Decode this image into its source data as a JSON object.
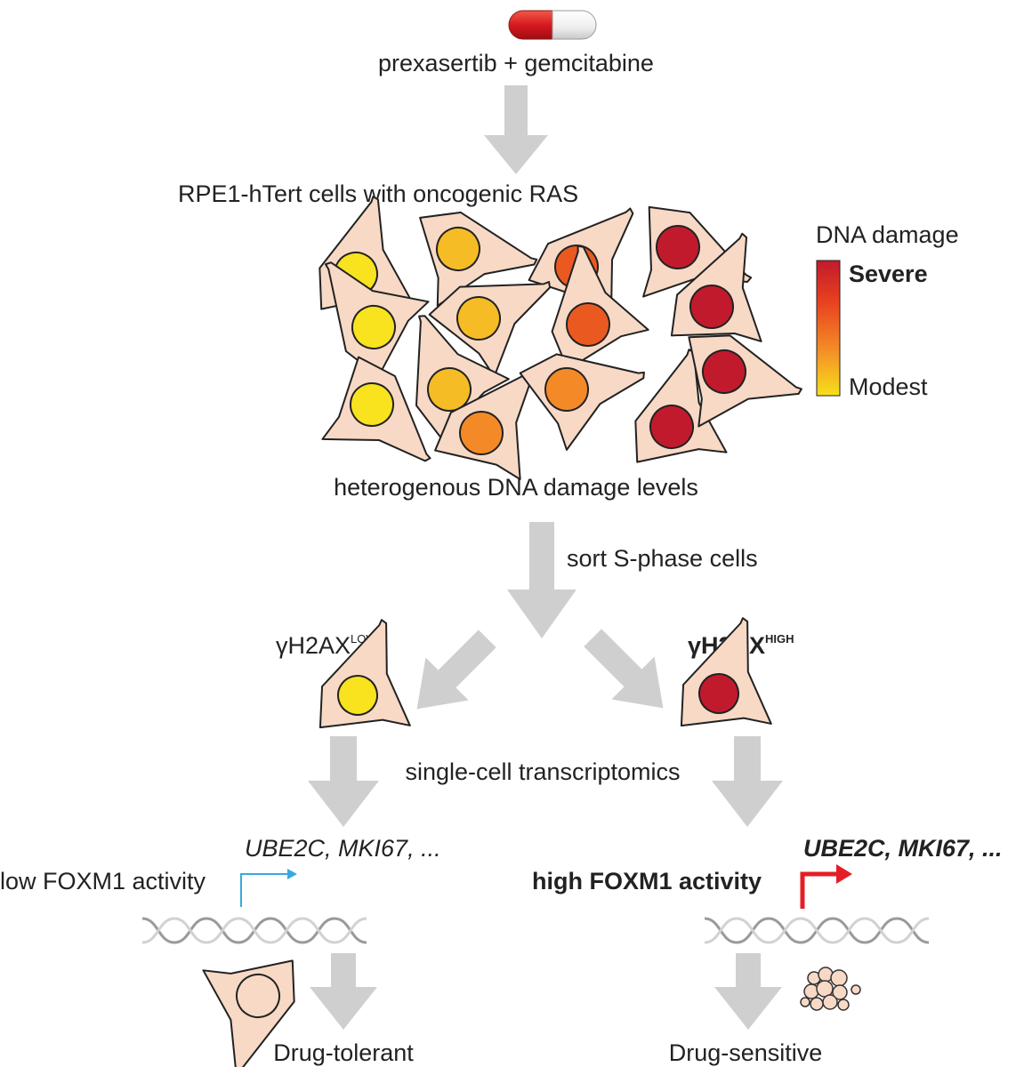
{
  "title_drug": "prexasertib + gemcitabine",
  "cell_line": "RPE1-hTert cells with oncogenic RAS",
  "heterogeneity_label": "heterogenous DNA damage levels",
  "sort_label": "sort S-phase cells",
  "legend": {
    "title": "DNA damage",
    "high": "Severe",
    "low": "Modest",
    "gradient_colors": [
      "#f7e01a",
      "#f48a27",
      "#e8401f",
      "#c21a2d"
    ]
  },
  "population_low": {
    "prefix": "γH2AX",
    "superscript": "LOW"
  },
  "population_high": {
    "prefix": "γH2AX",
    "superscript": "HIGH"
  },
  "method_label": "single-cell transcriptomics",
  "low_branch": {
    "activity": "low FOXM1 activity",
    "genes": "UBE2C, MKI67, ...",
    "outcome": "Drug-tolerant",
    "color": "#3aa8e0"
  },
  "high_branch": {
    "activity": "high FOXM1 activity",
    "genes": "UBE2C, MKI67, ...",
    "outcome": "Drug-sensitive",
    "color": "#e41e26"
  },
  "colors": {
    "arrow": "#cfcfcf",
    "cell_fill": "#f7d9c6",
    "cell_stroke": "#222222",
    "nucleus_modest": "#f9e21e",
    "nucleus_mild": "#f6bc26",
    "nucleus_mid": "#f48a27",
    "nucleus_moderate": "#ea5a20",
    "nucleus_severe": "#c21a2d"
  },
  "icons": [
    "capsule-icon",
    "dna-helix-icon",
    "cell-icon",
    "apoptotic-body-icon",
    "transcription-arrow-icon"
  ]
}
